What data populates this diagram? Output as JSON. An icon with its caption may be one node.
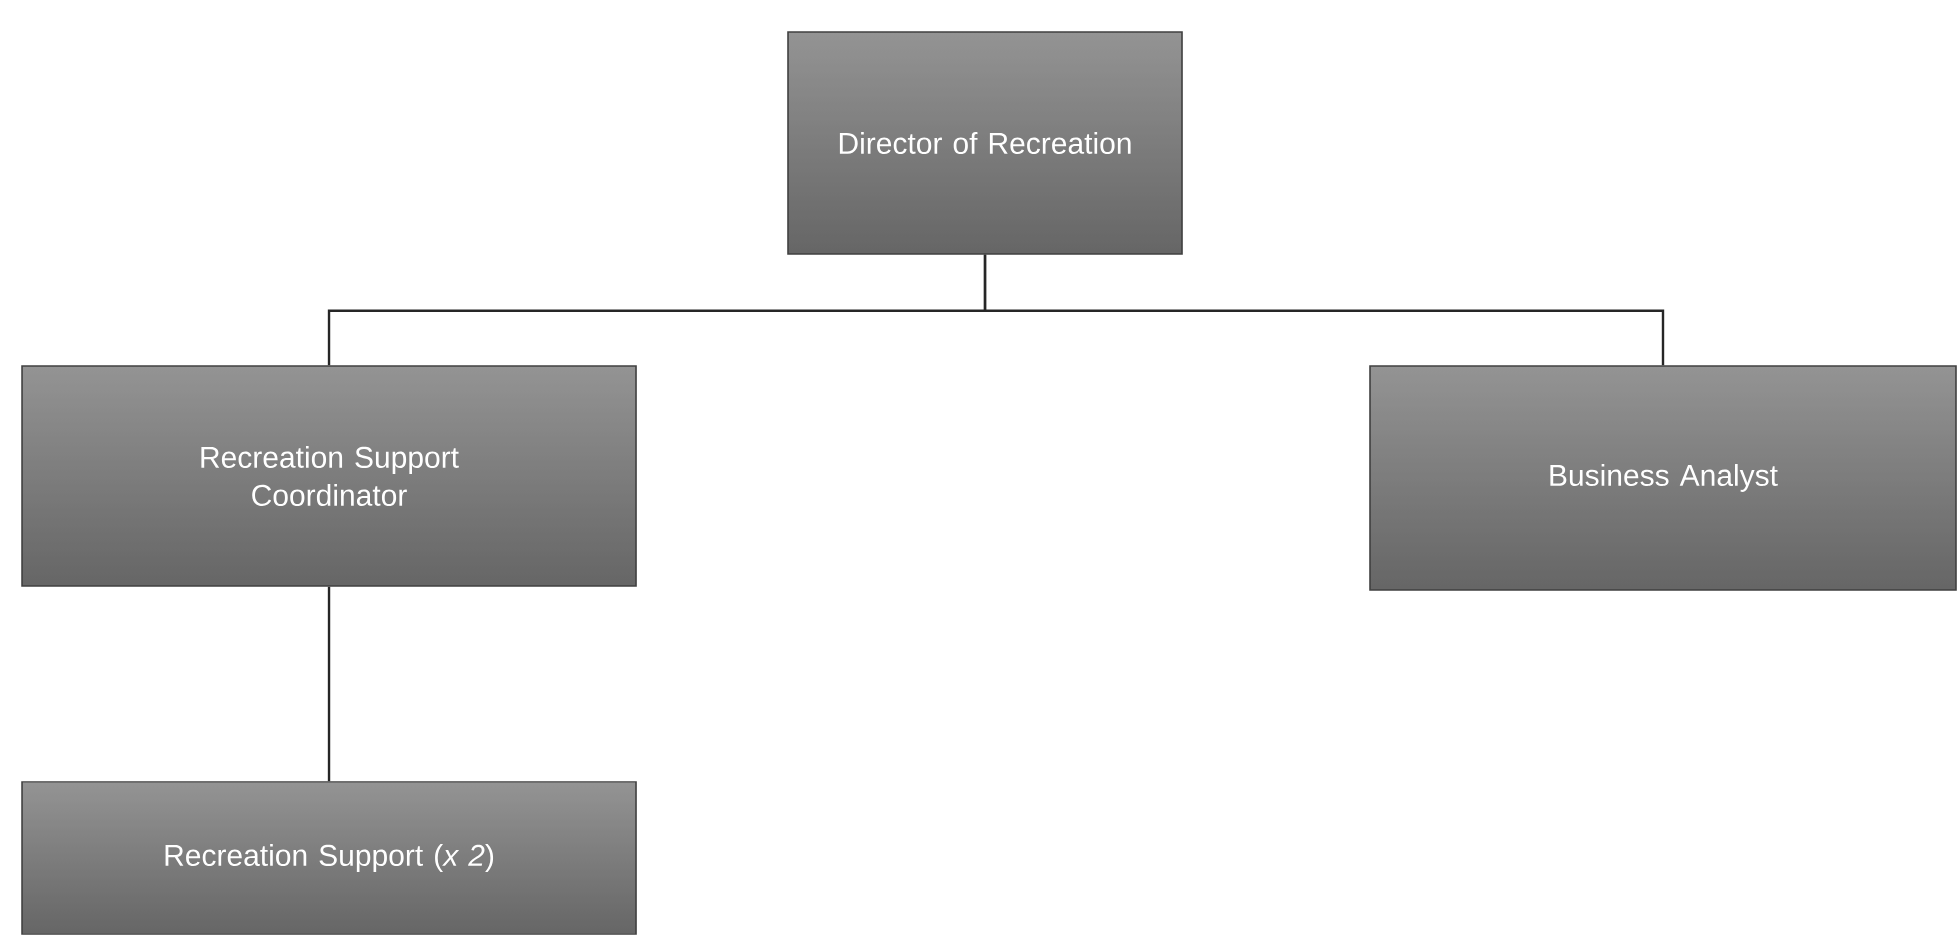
{
  "diagram": {
    "nodes": [
      {
        "text": [
          "Director of Recreation"
        ]
      },
      {
        "text": [
          "Recreation Support Coordinator"
        ]
      },
      {
        "text": [
          "Business Analyst"
        ]
      },
      {
        "text": [
          "Recreation Support (*x 2*)"
        ]
      }
    ],
    "edges": [
      {
        "from": 0,
        "to": 1,
        "arrow": "none"
      },
      {
        "from": 0,
        "to": 2,
        "arrow": "none"
      },
      {
        "from": 1,
        "to": 3,
        "arrow": "none"
      }
    ]
  }
}
